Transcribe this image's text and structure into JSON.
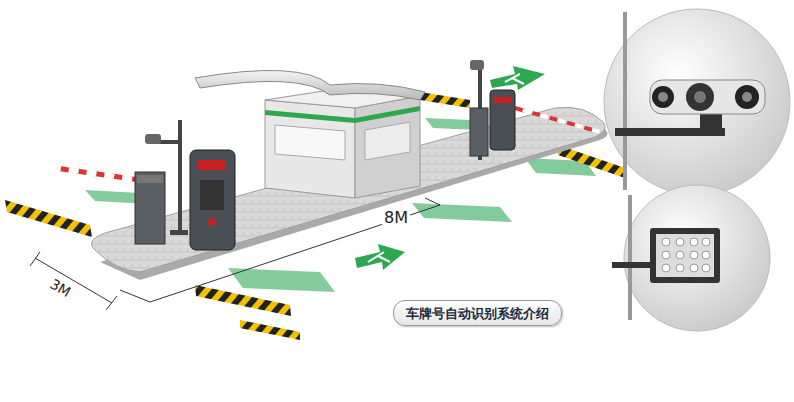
{
  "diagram": {
    "nodes": [
      {
        "text": [
          "车牌号自动识别系统介绍"
        ]
      }
    ],
    "labels": [
      "8M",
      "3M"
    ]
  }
}
